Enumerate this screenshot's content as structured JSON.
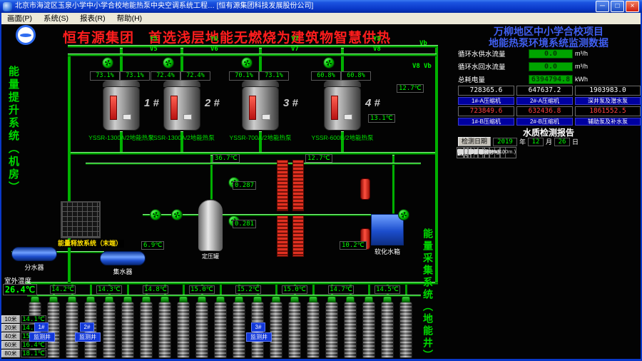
{
  "window": {
    "title": "北京市海淀区玉泉小学中小学合校地能热泵中央空调系统工程… [恒有源集团科技发展股份公司]",
    "menu": [
      "画面(P)",
      "系统(S)",
      "报表(R)",
      "帮助(H)"
    ]
  },
  "header": {
    "slogan": "恒有源集团　首选浅层地能无燃烧为建筑物智慧供热"
  },
  "right_panel": {
    "title_line1": "万柳地区中小学合校项目",
    "title_line2": "地能热泵环境系统监测数据",
    "metrics": [
      {
        "label": "循环水供水流量",
        "value": "0.0",
        "unit": "m³/h"
      },
      {
        "label": "循环水回水流量",
        "value": "0.0",
        "unit": "m³/h"
      },
      {
        "label": "总耗电量",
        "value": "6394794.8",
        "unit": "kWh"
      }
    ],
    "counters": {
      "row1_values": [
        "728365.6",
        "647637.2",
        "1903983.0"
      ],
      "row1_labels": [
        "1#-A压缩机",
        "2#-A压缩机",
        "深井泵及潜水泵"
      ],
      "row2_values": [
        "723849.6",
        "632436.8",
        "1861552.5"
      ],
      "row2_labels": [
        "1#-B压缩机",
        "2#-B压缩机",
        "辅助泵及补水泵"
      ]
    }
  },
  "water_report": {
    "title": "水质检测报告",
    "date_label": "检测日期",
    "year": "2019",
    "year_unit": "年",
    "month": "12",
    "month_unit": "月",
    "day": "26",
    "day_unit": "日",
    "headers": [
      "名称",
      "供水",
      "回水",
      "名称",
      "供水",
      "回水"
    ],
    "rows": [
      [
        "水温(℃)",
        "13.6",
        "9.8",
        "浑浊度(mg/L)",
        "<0.002",
        "<0.002"
      ],
      [
        "PH值(大量程)",
        "7.6",
        "7.6",
        "氧化物(mg/L)",
        "<0.002",
        "<0.001"
      ],
      [
        "色度(度)",
        "<5",
        "<5",
        "氰化物(mg/L)",
        "<0.004",
        "<0.004"
      ],
      [
        "异臭味",
        "无",
        "无",
        "挥发酚(mg/L)",
        "<0.002",
        "<0.002"
      ],
      [
        "肉眼可见物",
        "无",
        "无",
        "汞(mg/L)",
        "<0.04",
        "<0.04"
      ],
      [
        "浑浊度(度)",
        "<1",
        "<1",
        "砷(mg/L)",
        "<0.026",
        "<0.026"
      ],
      [
        "总碱度(mg/L)",
        "484",
        "485",
        "镉(mg/L)",
        "<0.026",
        "<0.026"
      ],
      [
        "总铁(mg/L)",
        "0.72",
        "0.66",
        "硒(mg/L)",
        "<0.002",
        "<0.002"
      ],
      [
        "溶解性总固体(mg/L)",
        "676",
        "689",
        "铁(mg/L)",
        "<0.002",
        "<0.003"
      ],
      [
        "氨氮(mg/L)",
        "0.12",
        "0.11",
        "锰(mg/L)",
        "<0.03",
        "<0.3"
      ],
      [
        "亚硝酸盐氮(mg/L)",
        "<0.001",
        "<0.001",
        "铜(mg/L)",
        "<0.01",
        "<0.01"
      ],
      [
        "硝酸盐氮(mg/L)",
        "2.0",
        "2.1",
        "锌(mg/L)",
        "<0.05",
        "<0.05"
      ],
      [
        "镁(mg/L)",
        "25.0",
        "25.1",
        "六价铬(mg/L)",
        "<0.16",
        "<0.16"
      ],
      [
        "钠(mg/L)",
        "4.24",
        "4.44",
        "细菌总数(CFU/ml)",
        "未检出",
        "未检出"
      ],
      [
        "钙(mg/L)",
        "66.0",
        "66.2",
        "总大肠菌群(MPN/100m.)",
        "<1",
        "<1"
      ]
    ]
  },
  "machine_room": {
    "section_label": "能量提升系统（机房）",
    "units": [
      {
        "num": "1 #",
        "model": "YSSR-1300A/2地能热泵",
        "load_a": "73.1%",
        "load_b": "73.1%"
      },
      {
        "num": "2 #",
        "model": "YSSR-1300A/2地能热泵",
        "load_a": "72.4%",
        "load_b": "72.4%"
      },
      {
        "num": "3 #",
        "model": "YSSR-700A/2地能热泵",
        "load_a": "70.1%",
        "load_b": "73.1%"
      },
      {
        "num": "4 #",
        "model": "YSSR-600B/2地能热泵",
        "load_a": "60.8%",
        "load_b": "60.8%"
      }
    ],
    "valves": [
      "Y5",
      "V5",
      "Y6",
      "V6",
      "Y7",
      "V7",
      "Y8",
      "V8",
      "Vb",
      "V8",
      "Vb"
    ],
    "sensors": [
      "36.7℃",
      "12.7℃",
      "0.287",
      "0.281",
      "6.9℃",
      "10.2℃",
      "12.7℃",
      "13.1℃"
    ],
    "equipment": {
      "fenshuiqi": "分水器",
      "jishuiqi": "集水器",
      "release_label": "能量释放系统（末端）",
      "tank_label": "定压罐",
      "soft_tank_label": "软化水箱"
    },
    "outdoor": {
      "label": "室外温度",
      "value": "26.4℃"
    }
  },
  "wells": {
    "section_label": "能量采集系统（地能井）",
    "monitor_values": [
      "14.2℃",
      "14.3℃",
      "14.8℃",
      "15.0℃",
      "15.2℃",
      "15.0℃",
      "14.7℃",
      "14.5℃"
    ],
    "depth_scale": [
      {
        "depth": "10米",
        "temp": "14.1℃"
      },
      {
        "depth": "20米",
        "temp": "14.3℃"
      },
      {
        "depth": "40米",
        "temp": "15.2℃"
      },
      {
        "depth": "60米",
        "temp": "16.4℃"
      },
      {
        "depth": "80米",
        "temp": "18.1℃"
      }
    ],
    "groups": [
      {
        "num": "1#",
        "label": "监测井"
      },
      {
        "num": "2#",
        "label": "监测井"
      },
      {
        "num": "3#",
        "label": "监测井"
      }
    ]
  }
}
